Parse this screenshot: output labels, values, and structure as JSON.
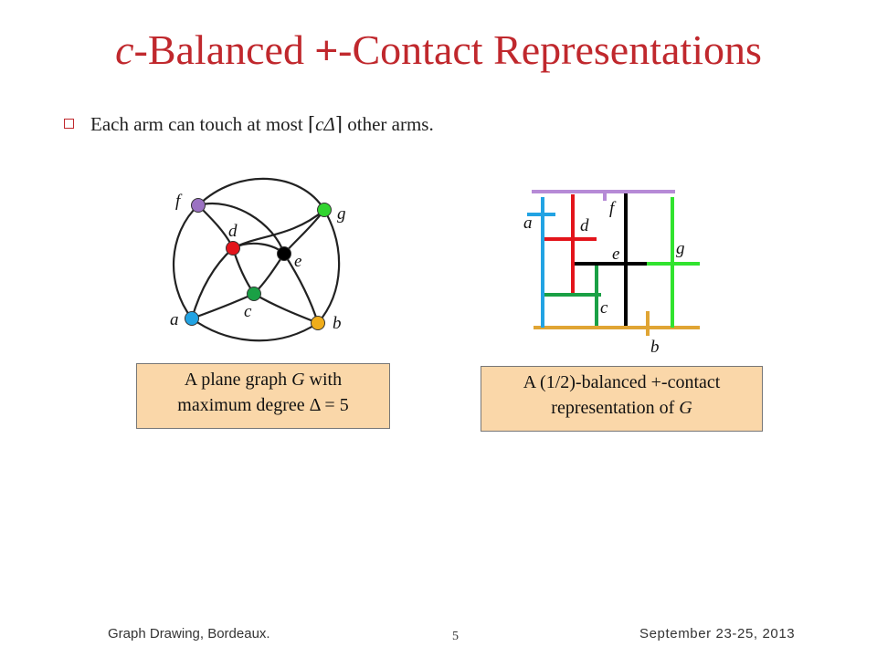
{
  "title": {
    "part1": "c",
    "part2": "-Balanced ",
    "part3": "+",
    "part4": "-Contact Representations"
  },
  "bullet": {
    "text_before": "Each arm can touch at most ",
    "ceil_open": "⌈",
    "var": "cΔ",
    "ceil_close": "⌉",
    "text_after": " other arms."
  },
  "graph": {
    "vertices": [
      {
        "id": "f",
        "label": "f",
        "color": "#9b72c2"
      },
      {
        "id": "g",
        "label": "g",
        "color": "#31d42f"
      },
      {
        "id": "d",
        "label": "d",
        "color": "#e3141b"
      },
      {
        "id": "e",
        "label": "e",
        "color": "#000000"
      },
      {
        "id": "c",
        "label": "c",
        "color": "#1aa045"
      },
      {
        "id": "a",
        "label": "a",
        "color": "#22a3e3"
      },
      {
        "id": "b",
        "label": "b",
        "color": "#f0ad1a"
      }
    ]
  },
  "representation": {
    "labels": [
      "a",
      "d",
      "f",
      "e",
      "g",
      "c",
      "b"
    ],
    "colors": {
      "a": "#22a3e3",
      "b": "#e0a534",
      "c": "#1aa045",
      "d": "#e3141b",
      "e": "#000000",
      "f": "#b68ad6",
      "g": "#31e32f"
    }
  },
  "captions": {
    "left": {
      "line1_pre": "A plane graph ",
      "line1_var": "G",
      "line1_post": " with",
      "line2": "maximum degree Δ = 5"
    },
    "right": {
      "line1": "A (1/2)-balanced +-contact",
      "line2_pre": "representation of ",
      "line2_var": "G"
    }
  },
  "footer": {
    "left": "Graph Drawing, Bordeaux.",
    "page": "5",
    "right": "September 23-25, 2013"
  }
}
